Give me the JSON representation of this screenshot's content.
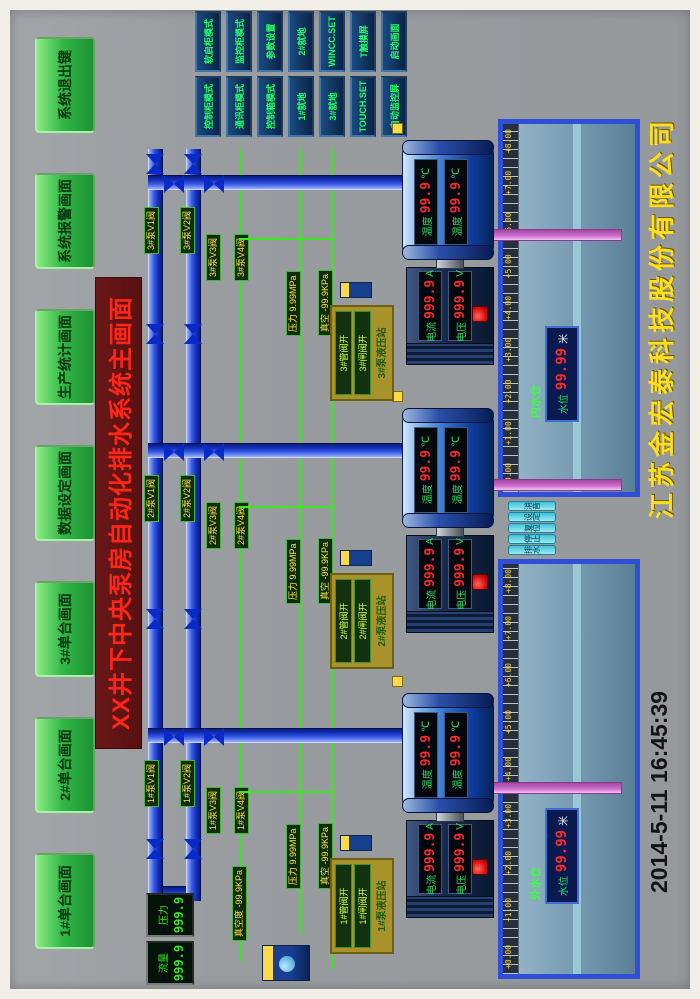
{
  "window": {
    "title": "XX井下中央泵房自动化排水系统主画面",
    "company": "江苏金宏泰科技股份有限公司",
    "datetime": "2014-5-11  16:45:39"
  },
  "nav_buttons": [
    "1#单台画面",
    "2#单台画面",
    "3#单台画面",
    "数据设定画面",
    "生产统计画面",
    "系统报警画面",
    "系统退出键"
  ],
  "mode_buttons": [
    "控制柜模式",
    "软启柜模式",
    "通讯柜模式",
    "监控柜模式",
    "控制箱模式",
    "参数设置",
    "1#就地",
    "2#就地",
    "3#就地",
    "WINCC.SET",
    "TOUCH.SET",
    "T触摸屏",
    "自动监控屏",
    "启动画面"
  ],
  "meters": {
    "flow": {
      "label": "流量",
      "value": "999.9"
    },
    "pressure": {
      "label": "压力",
      "value": "999.9"
    },
    "vacuum_line": "真空度 -99.9KPa"
  },
  "units": [
    {
      "valves": {
        "v1": "1#泵V1阀",
        "v2": "1#泵V2阀",
        "v3": "1#泵V3阀",
        "v4": "1#泵V4阀"
      },
      "sensors": {
        "pressure": "压力 9.99MPa",
        "vacuum": "真空 -99.9KPa"
      },
      "pump": {
        "temp1": {
          "label": "温度",
          "value": "99.9",
          "unit": "℃"
        },
        "temp2": {
          "label": "温度",
          "value": "99.9",
          "unit": "℃"
        }
      },
      "motor": {
        "current": {
          "label": "电流",
          "value": "999.9",
          "unit": "A"
        },
        "voltage": {
          "label": "电压",
          "value": "999.9",
          "unit": "V"
        }
      },
      "panel": {
        "row1": "1#管阀开",
        "row2": "1#闸阀开",
        "title": "1#泵液压站"
      }
    },
    {
      "valves": {
        "v1": "2#泵V1阀",
        "v2": "2#泵V2阀",
        "v3": "2#泵V3阀",
        "v4": "2#泵V4阀"
      },
      "sensors": {
        "pressure": "压力 9.99MPa",
        "vacuum": "真空 -99.9KPa"
      },
      "pump": {
        "temp1": {
          "label": "温度",
          "value": "99.9",
          "unit": "℃"
        },
        "temp2": {
          "label": "温度",
          "value": "99.9",
          "unit": "℃"
        }
      },
      "motor": {
        "current": {
          "label": "电流",
          "value": "999.9",
          "unit": "A"
        },
        "voltage": {
          "label": "电压",
          "value": "999.9",
          "unit": "V"
        }
      },
      "panel": {
        "row1": "2#管阀开",
        "row2": "2#闸阀开",
        "title": "2#泵液压站"
      }
    },
    {
      "valves": {
        "v1": "3#泵V1阀",
        "v2": "3#泵V2阀",
        "v3": "3#泵V3阀",
        "v4": "3#泵V4阀"
      },
      "sensors": {
        "pressure": "压力 9.99MPa",
        "vacuum": "真空 -99.9KPa"
      },
      "pump": {
        "temp1": {
          "label": "温度",
          "value": "99.9",
          "unit": "℃"
        },
        "temp2": {
          "label": "温度",
          "value": "99.9",
          "unit": "℃"
        }
      },
      "motor": {
        "current": {
          "label": "电流",
          "value": "999.9",
          "unit": "A"
        },
        "voltage": {
          "label": "电压",
          "value": "999.9",
          "unit": "V"
        }
      },
      "panel": {
        "row1": "3#管阀开",
        "row2": "3#闸阀开",
        "title": "3#泵液压站"
      }
    }
  ],
  "sumps": [
    {
      "name": "外水仓",
      "ruler": [
        "+0.00",
        "+1.00",
        "+2.00",
        "+3.00",
        "+4.00",
        "+5.00",
        "+6.00",
        "+7.00",
        "+8.00"
      ],
      "level": {
        "label": "水位",
        "value": "99.99",
        "unit": "米"
      }
    },
    {
      "name": "内水仓",
      "ruler": [
        "+0.00",
        "+1.00",
        "+2.00",
        "+3.00",
        "+4.00",
        "+5.00",
        "+6.00",
        "+7.00",
        "+8.00"
      ],
      "level": {
        "label": "水位",
        "value": "99.99",
        "unit": "米"
      }
    }
  ],
  "sump_controls": [
    "排水",
    "停止",
    "复位",
    "设定",
    "消音"
  ],
  "colors": {
    "accent_green": "#2fe060",
    "alarm_red": "#ff2b2b",
    "pipe_blue": "#1d3fd4",
    "suction_magenta": "#d06fd0",
    "button_green": "#2db83d",
    "title_red": "#ff2517",
    "company_yellow": "#ffdf1c"
  }
}
